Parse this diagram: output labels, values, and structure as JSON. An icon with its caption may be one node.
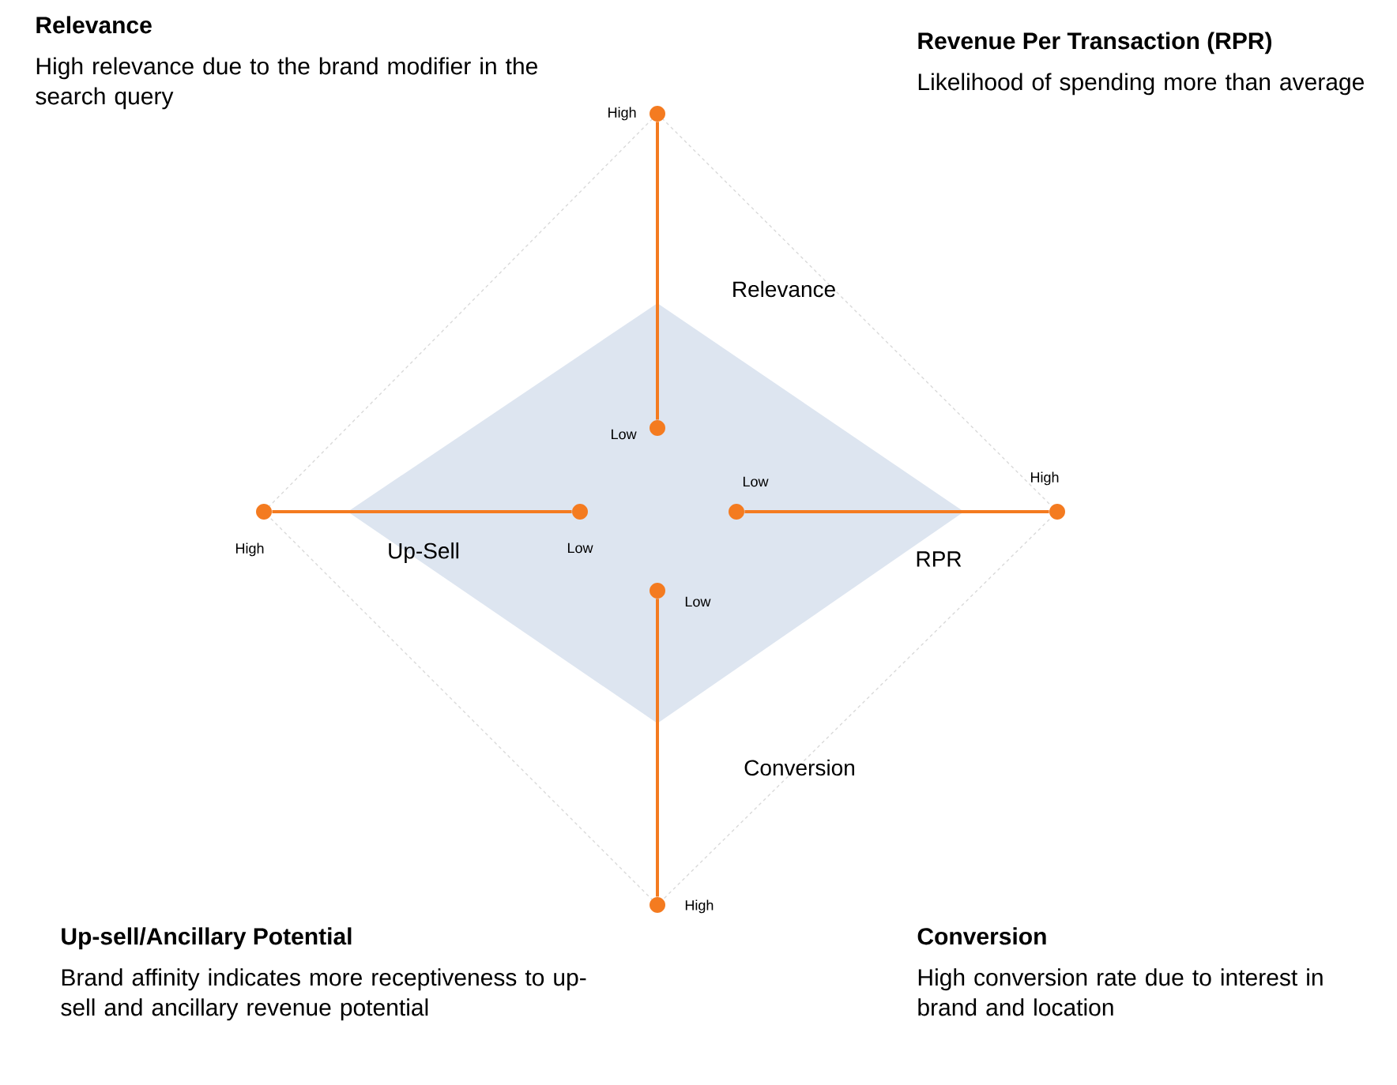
{
  "diagram": {
    "nodes": [
      {
        "text": [],
        "shape": "circle",
        "beside": [
          "High"
        ]
      },
      {
        "text": [],
        "shape": "circle",
        "beside": [
          "Low"
        ]
      },
      {
        "text": [],
        "shape": "circle",
        "beside": [
          "High"
        ]
      },
      {
        "text": [],
        "shape": "circle",
        "beside": [
          "Low"
        ]
      },
      {
        "text": [],
        "shape": "circle",
        "beside": [
          "Low"
        ]
      },
      {
        "text": [],
        "shape": "circle",
        "beside": [
          "High"
        ]
      },
      {
        "text": [],
        "shape": "circle",
        "beside": [
          "Low"
        ]
      },
      {
        "text": [],
        "shape": "circle",
        "beside": [
          "High"
        ]
      }
    ],
    "edges": [
      {
        "from": 0,
        "to": 1,
        "arrow": "none"
      },
      {
        "from": 2,
        "to": 3,
        "arrow": "none"
      },
      {
        "from": 4,
        "to": 5,
        "arrow": "none"
      },
      {
        "from": 6,
        "to": 7,
        "arrow": "none"
      }
    ],
    "labels": [
      "Relevance",
      "High relevance due to the brand modifier in the search query",
      "Revenue Per Transaction (RPR)",
      "Likelihood of spending more than average",
      "Relevance",
      "Up-Sell",
      "RPR",
      "Conversion",
      "Up-sell/Ancillary Potential",
      "Brand affinity indicates more receptiveness to up-sell and ancillary revenue potential",
      "Conversion",
      "High conversion rate due to interest in brand and location"
    ]
  }
}
